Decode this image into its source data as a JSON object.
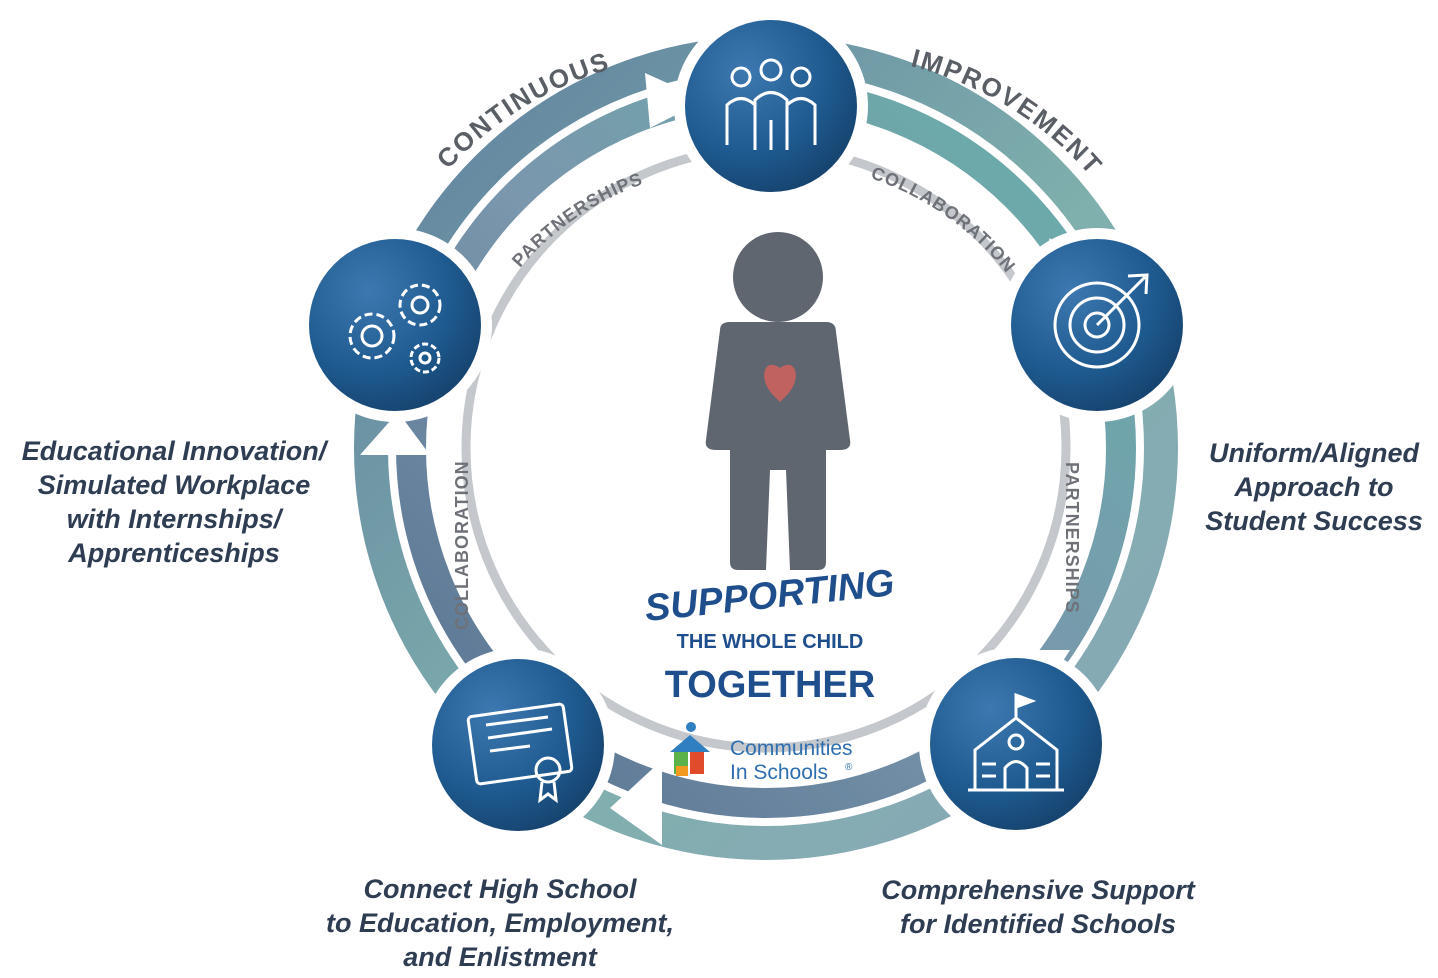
{
  "ring": {
    "outer_words": [
      "CONTINUOUS",
      "IMPROVEMENT"
    ],
    "inner_words": [
      "PARTNERSHIPS",
      "COLLABORATION",
      "PARTNERSHIPS",
      "COLLABORATION"
    ]
  },
  "center": {
    "line1": "SUPPORTING",
    "line2": "THE WHOLE CHILD",
    "line3": "TOGETHER",
    "logo": {
      "line1": "Communities",
      "line2": "In Schools",
      "mark": "®"
    }
  },
  "nodes": [
    {
      "icon": "people-icon"
    },
    {
      "icon": "target-icon"
    },
    {
      "icon": "school-icon"
    },
    {
      "icon": "diploma-icon"
    },
    {
      "icon": "gears-icon"
    }
  ],
  "captions": {
    "right": [
      "Uniform/Aligned",
      "Approach to",
      "Student Success"
    ],
    "bottom_right": [
      "Comprehensive Support",
      "for Identified Schools"
    ],
    "bottom_left": [
      "Connect High School",
      "to Education, Employment,",
      "and Enlistment"
    ],
    "left": [
      "Educational Innovation/",
      "Simulated Workplace",
      "with Internships/",
      "Apprenticeships"
    ]
  },
  "colors": {
    "navy": "#1f4e79",
    "teal": "#6aa8a8",
    "slate": "#6b7f98",
    "figure": "#5f6670",
    "heart": "#c0625f",
    "headline": "#1f4e8c"
  }
}
